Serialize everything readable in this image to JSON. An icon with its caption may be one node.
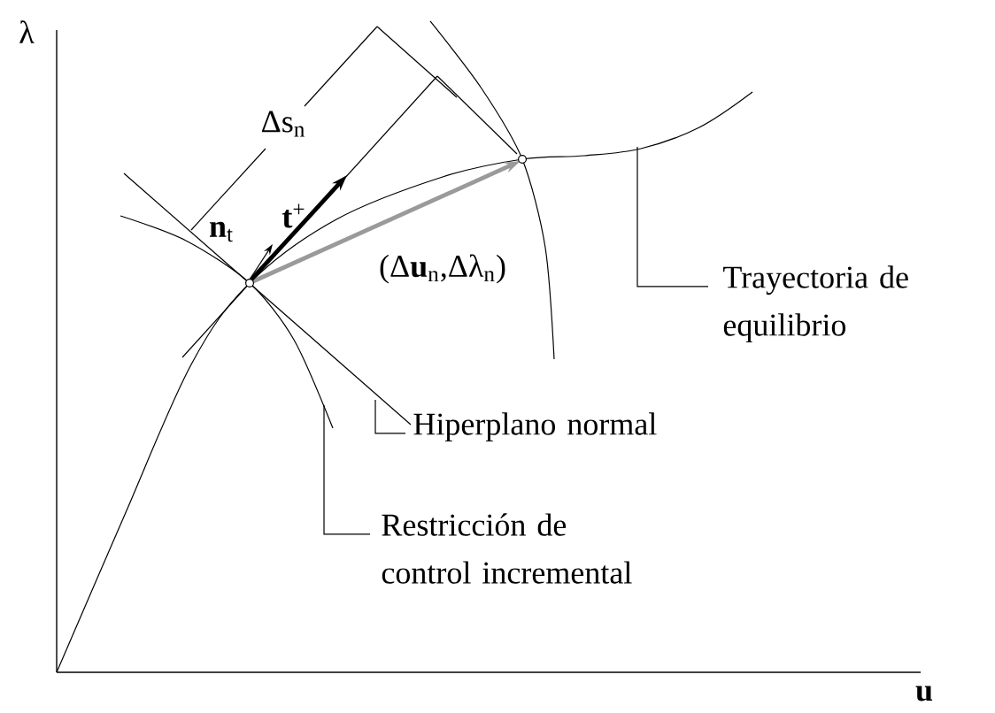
{
  "diagram": {
    "nodes": [
      {
        "text": [
          "Trayectoria de equilibrio"
        ]
      },
      {
        "text": [
          "Hiperplano normal"
        ]
      },
      {
        "text": [
          "Restricción de control incremental"
        ]
      }
    ],
    "edges": [
      {
        "from": 0,
        "to": null,
        "arrow": "none"
      },
      {
        "from": 1,
        "to": null,
        "arrow": "none"
      },
      {
        "from": 2,
        "to": null,
        "arrow": "none"
      }
    ],
    "labels": [
      "λ",
      "Δs$_{n}$",
      "**n**$_{t}$",
      "**t**$^{+}$",
      "(Δ**u**$_{n}$,Δλ$_{n}$)",
      "u"
    ]
  }
}
